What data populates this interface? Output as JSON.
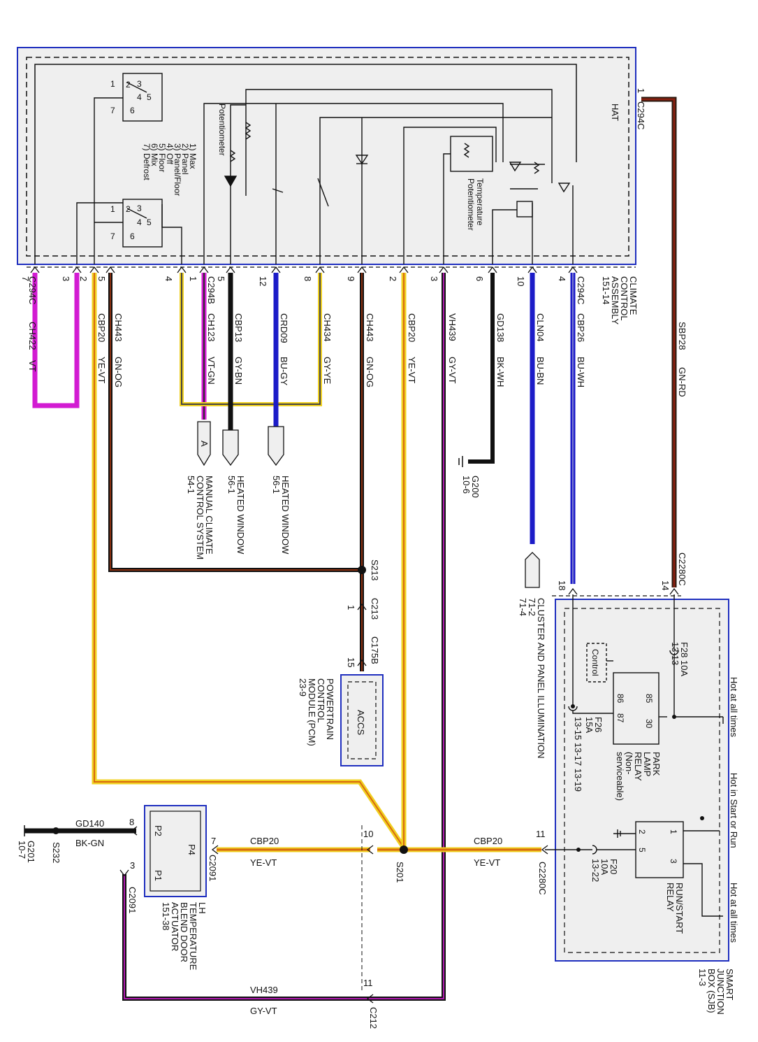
{
  "colors": {
    "frame": "#1f2fbf",
    "panel": "#efefef",
    "gn_rd_outer": "#2a1a10",
    "gn_rd_inner": "#8a2010",
    "violet": "#d21bd2",
    "blue": "#1c1cc8",
    "yellow": "#f0d020",
    "gn_og": "#3a2a10",
    "black": "#111111",
    "orange": "#d86a10",
    "gy_vt": "#7a1a7a"
  },
  "hat": "HAT",
  "c294c_top": "C294C",
  "c294c_top_pin": "1",
  "sbp28": "SBP28",
  "sbp28_color": "GN-RD",
  "climate_assembly": [
    "CLIMATE",
    "CONTROL",
    "ASSEMBLY",
    "151-14"
  ],
  "c294c_bottom": "C294C",
  "c294b": "C294B",
  "mode_legend": [
    "1) Max",
    "2) Panel",
    "3) Panel/Floor",
    "4) Off",
    "5) Floor",
    "6) Mix",
    "7) Defrost"
  ],
  "potentiometer": "Potentiometer",
  "temp_pot": [
    "Temperature",
    "Potentiometer"
  ],
  "switch_pins": {
    "p1": "1",
    "p2": "2",
    "p3": "3",
    "p4": "4",
    "p5": "5",
    "p6": "6",
    "p7": "7"
  },
  "pins": [
    {
      "pin": "7",
      "circuit": "CH422",
      "color": "VT"
    },
    {
      "pin": "3",
      "circuit": "",
      "color": ""
    },
    {
      "pin": "2",
      "circuit": "",
      "color": ""
    },
    {
      "pin": "5",
      "circuit": "CBP20",
      "color": "YE-VT"
    },
    {
      "pin": "",
      "circuit": "CH443",
      "color": "GN-OG"
    },
    {
      "pin": "4",
      "circuit": "",
      "color": ""
    },
    {
      "pin": "1",
      "circuit": "CH123",
      "color": "VT-GN"
    },
    {
      "pin": "5",
      "circuit": "CBP13",
      "color": "GY-BN"
    },
    {
      "pin": "12",
      "circuit": "CRD09",
      "color": "BU-GY"
    },
    {
      "pin": "8",
      "circuit": "CH434",
      "color": "GY-YE"
    },
    {
      "pin": "9",
      "circuit": "CH443",
      "color": "GN-OG"
    },
    {
      "pin": "2",
      "circuit": "CBP20",
      "color": "YE-VT"
    },
    {
      "pin": "3",
      "circuit": "VH439",
      "color": "GY-VT"
    },
    {
      "pin": "6",
      "circuit": "GD138",
      "color": "BK-WH"
    },
    {
      "pin": "10",
      "circuit": "CLN04",
      "color": "BU-BN"
    },
    {
      "pin": "4",
      "circuit": "CBP26",
      "color": "BU-WH"
    }
  ],
  "conn_a": "A",
  "manual_climate": [
    "MANUAL CLIMATE",
    "CONTROL SYSTEM",
    "54-1"
  ],
  "heated_window_1": [
    "HEATED WINDOW",
    "56-1"
  ],
  "heated_window_2": [
    "HEATED WINDOW",
    "56-1"
  ],
  "g200": [
    "G200",
    "10-6"
  ],
  "cluster": [
    "CLUSTER AND PANEL ILLUMINATION",
    "71-2",
    "71-4"
  ],
  "s213": "S213",
  "c213": "C213",
  "c213_pin": "1",
  "c175b": "C175B",
  "c175b_pin": "15",
  "accs": "ACCS",
  "pcm": [
    "POWERTRAIN",
    "CONTROL",
    "MODULE (PCM)",
    "23-9"
  ],
  "c2280c_top": "C2280C",
  "c2280c_pin14": "14",
  "c2280c_pin18": "18",
  "f28": [
    "F28 10A",
    "13-13"
  ],
  "control": "Control",
  "relay_pins": {
    "r85": "85",
    "r86": "86",
    "r87": "87",
    "r30": "30"
  },
  "f26": [
    "F26",
    "15A",
    "13-15 13-17 13-19"
  ],
  "park_relay": [
    "PARK",
    "LAMP",
    "RELAY",
    "(Non-",
    "serviceable)"
  ],
  "hot_1": "Hot at all times",
  "hot_2": "Hot in Start or Run",
  "hot_3": "Hot at all times",
  "run_pins": {
    "p1": "1",
    "p2": "2",
    "p3": "3",
    "p5": "5"
  },
  "run_relay": [
    "RUN/START",
    "RELAY"
  ],
  "f20": [
    "F20",
    "10A",
    "13-22"
  ],
  "sjb": [
    "SMART",
    "JUNCTION",
    "BOX (SJB)",
    "11-3"
  ],
  "c2280c_bottom": "C2280C",
  "c2280c_pin11": "11",
  "cbp20_label": "CBP20",
  "yevt_label": "YE-VT",
  "s201": "S201",
  "c10_pin": "10",
  "cbp20_left": "CBP20",
  "yevt_left": "YE-VT",
  "c2091_top": "C2091",
  "c2091_top_pin": "7",
  "c2091_bottom": "C2091",
  "c2091_bottom_pin": "3",
  "c2091_pin8": "8",
  "actuator_pins": {
    "p2": "P2",
    "p4": "P4",
    "p1": "P1"
  },
  "actuator": [
    "LH",
    "TEMPERATURE",
    "BLEND DOOR",
    "ACTUATOR",
    "151-38"
  ],
  "gd140": "GD140",
  "bkgn": "BK-GN",
  "s232": "S232",
  "g201": [
    "G201",
    "10-7"
  ],
  "vh439": "VH439",
  "gyvt": "GY-VT",
  "c212": "C212",
  "c212_pin": "11"
}
